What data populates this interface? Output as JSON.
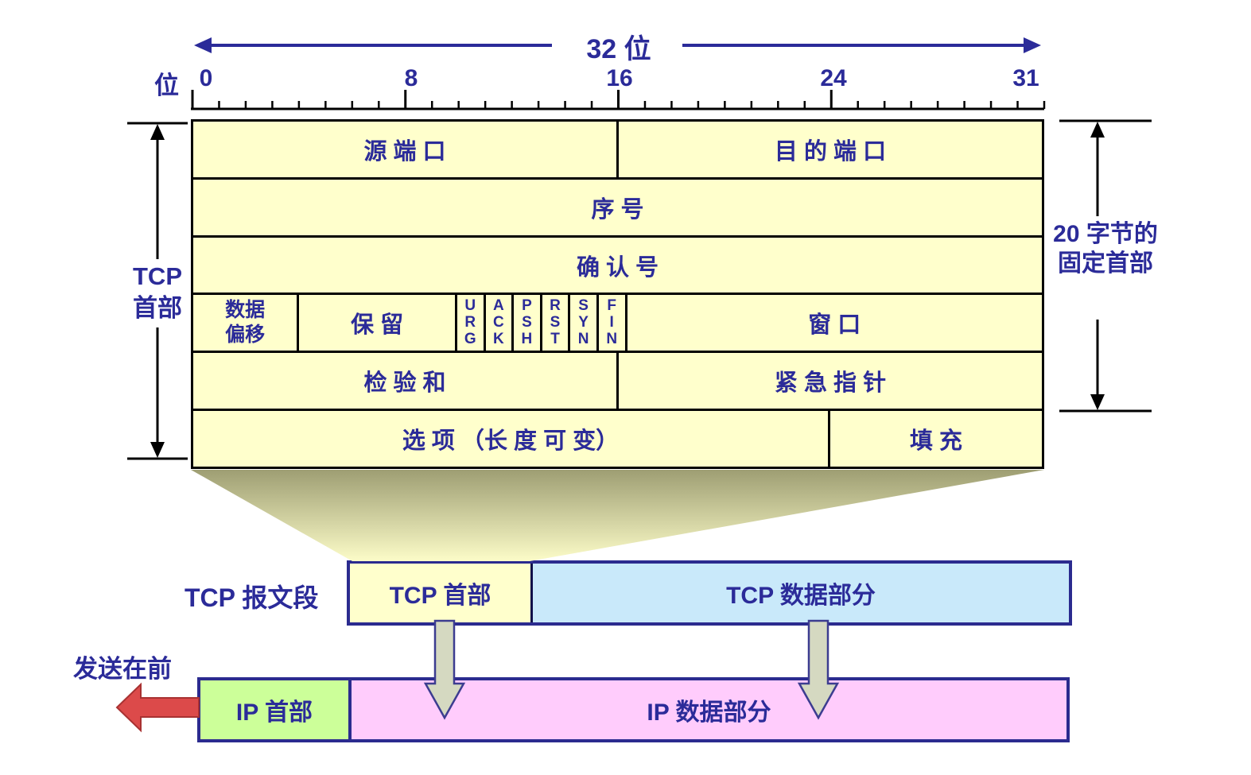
{
  "top_scale": {
    "width_arrow_label": "32 位",
    "unit_label": "位",
    "tick_labels": [
      "0",
      "8",
      "16",
      "24",
      "31"
    ]
  },
  "header_table": {
    "left_extent_label": "TCP\n首部",
    "right_extent_label": "20 字节的\n固定首部",
    "rows": [
      {
        "cells": [
          "源 端 口",
          "目 的 端 口"
        ]
      },
      {
        "cells": [
          "序  号"
        ]
      },
      {
        "cells": [
          "确  认  号"
        ]
      },
      {
        "cells": [
          "数据\n偏移",
          "保  留",
          "U\nR\nG",
          "A\nC\nK",
          "P\nS\nH",
          "R\nS\nT",
          "S\nY\nN",
          "F\nI\nN",
          "窗  口"
        ]
      },
      {
        "cells": [
          "检 验 和",
          "紧 急 指 针"
        ]
      },
      {
        "cells": [
          "选 项 （长 度 可 变）",
          "填 充"
        ]
      }
    ]
  },
  "segment_row": {
    "label": "TCP 报文段",
    "header_cell": "TCP 首部",
    "data_cell": "TCP 数据部分"
  },
  "ip_row": {
    "send_direction_label": "发送在前",
    "header_cell": "IP 首部",
    "data_cell": "IP 数据部分"
  },
  "colors": {
    "field_fill": "#FFFFCC",
    "text_navy": "#2B2B99",
    "line_black": "#000000",
    "tcp_data_fill": "#C9E9FA",
    "ip_header_fill": "#CCFF99",
    "ip_data_fill": "#FFCCFC",
    "send_arrow_red": "#DC4A4A",
    "box_border_navy": "#2B2B8F",
    "funnel_top": "#9E9E73",
    "funnel_bottom": "#FCFCC8",
    "down_arrow_fill": "#D5D9C1"
  }
}
